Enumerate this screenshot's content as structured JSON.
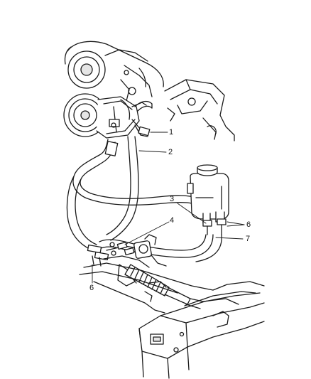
{
  "callouts": {
    "c1": "1",
    "c2": "2",
    "c3": "3",
    "c4": "4",
    "c5": "6",
    "c6": "7",
    "c7": "6"
  },
  "colors": {
    "line": "#1a1a1a",
    "fill": "#ffffff",
    "shade": "#e6e6e6"
  }
}
